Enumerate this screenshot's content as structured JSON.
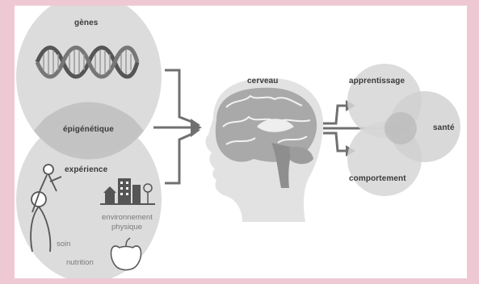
{
  "labels": {
    "genes": "gènes",
    "epigenetics": "épigénétique",
    "experience": "expérience",
    "brain": "cerveau",
    "learning": "apprentissage",
    "health": "santé",
    "behaviour": "comportement",
    "physical_environment_line1": "environnement",
    "physical_environment_line2": "physique",
    "care": "soin",
    "nutrition": "nutrition"
  },
  "colors": {
    "page_background": "#eec9d4",
    "panel": "#ffffff",
    "circle_fill": "#d9d9d9",
    "overlap_fill": "#bdbdbd",
    "arrow": "#6f6f6f",
    "text": "#3a3a3a"
  },
  "icons": [
    "dna-icon",
    "brain-head-icon",
    "parent-child-icon",
    "buildings-icon",
    "apple-icon"
  ]
}
